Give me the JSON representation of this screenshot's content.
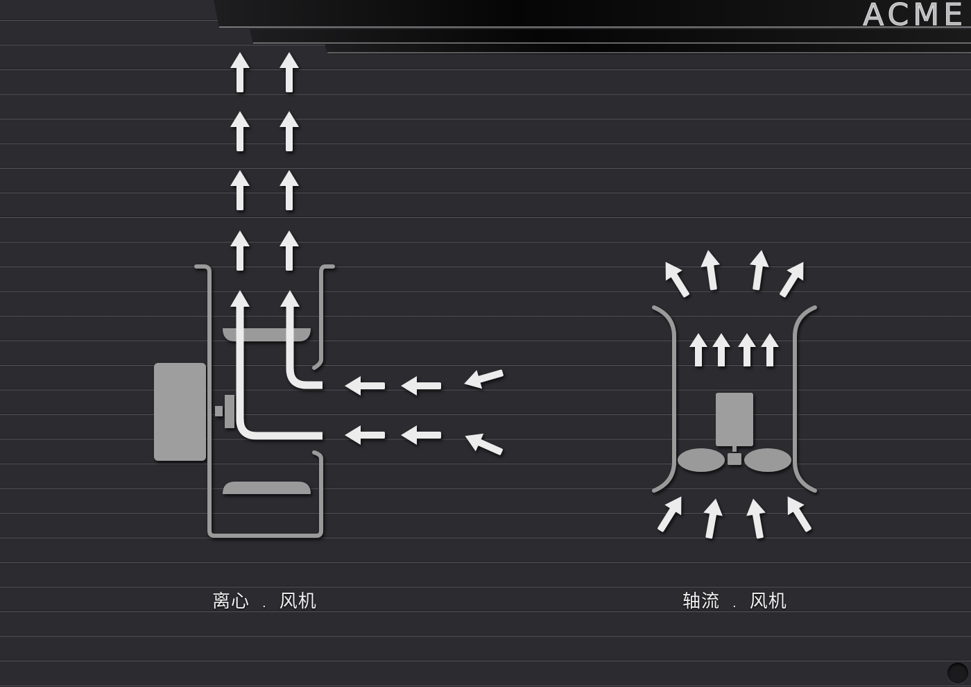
{
  "header": {
    "brand": "ACME"
  },
  "diagrams": {
    "centrifugal": {
      "label_a": "离心",
      "separator": ".",
      "label_b": "风机"
    },
    "axial": {
      "label_a": "轴流",
      "separator": ".",
      "label_b": "风机"
    }
  },
  "colors": {
    "background": "#2b2b30",
    "arrow": "#ececec",
    "component": "#9a9a9a",
    "header": "#0a0a0a"
  }
}
